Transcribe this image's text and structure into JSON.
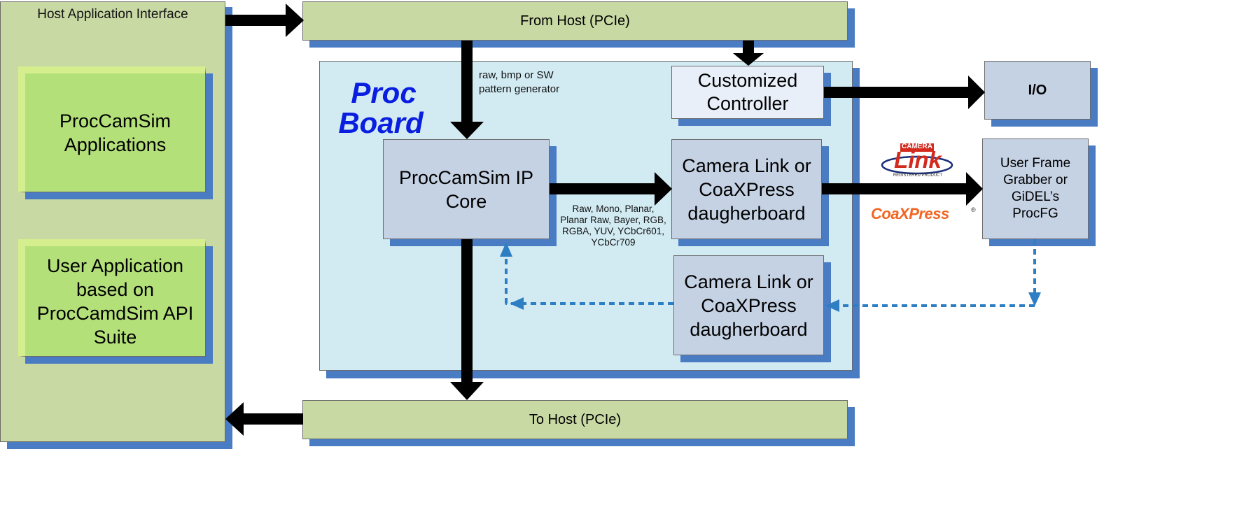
{
  "host": {
    "title": "Host Application Interface",
    "apps_label": "ProcCamSim Applications",
    "user_app_label": "User Application based on ProcCamdSim API Suite"
  },
  "bus": {
    "from_host": "From Host (PCIe)",
    "to_host": "To Host (PCIe)"
  },
  "board": {
    "title_line1": "Proc",
    "title_line2": "Board",
    "pattern_note": "raw, bmp or SW pattern generator",
    "controller": "Customized Controller",
    "ip_core": "ProcCamSim IP Core",
    "daughter_top": "Camera Link or CoaXPress daugherboard",
    "daughter_bottom": "Camera Link or CoaXPress daugherboard",
    "formats": "Raw, Mono, Planar, Planar Raw, Bayer, RGB, RGBA, YUV, YCbCr601, YCbCr709"
  },
  "external": {
    "io": "I/O",
    "grabber": "User Frame Grabber or GiDEL’s ProcFG"
  },
  "logos": {
    "cameralink_top": "CAMERA",
    "cameralink_main": "Link",
    "cameralink_small": "REGISTERED PRODUCT",
    "coaxpress": "CoaXPress",
    "coaxpress_reg": "®"
  },
  "colors": {
    "host_fill": "#c8d9a4",
    "app_fill": "#b4e07a",
    "board_fill": "#d2ebf3",
    "block_fill": "#c5d2e4",
    "controller_fill": "#e8eff8",
    "shadow": "#4a7cc4",
    "arrow": "#000000",
    "dashed": "#2e7ec4",
    "board_title": "#0a1ee0",
    "logo_red": "#d42a1e",
    "coax_orange": "#f26522"
  }
}
